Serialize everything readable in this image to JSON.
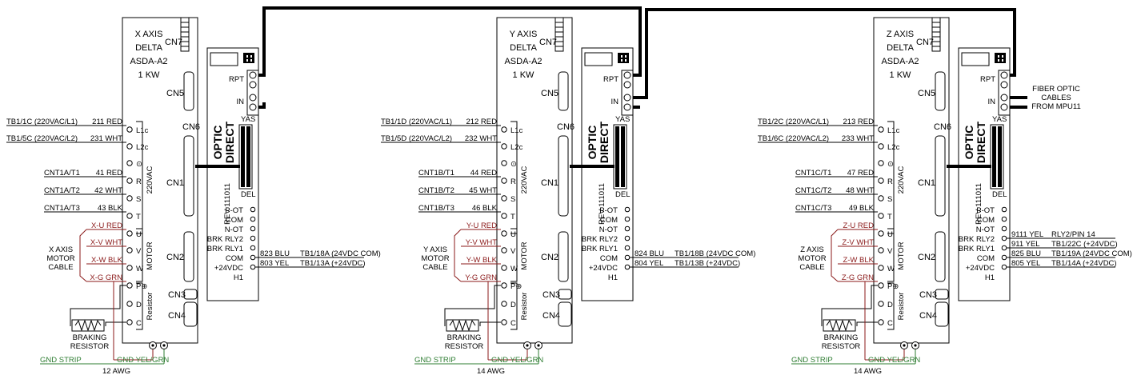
{
  "cable_label": "FIBER OPTIC\nCABLES\nFROM MPU11",
  "module": {
    "ports": [
      "RPT",
      "IN"
    ],
    "brand": "OPTIC\nDIRECT",
    "yas": "YAS",
    "del": "DEL",
    "rev": "REV 111011",
    "h1_pins": [
      "P-OT",
      "COM",
      "N-OT",
      "BRK RLY2",
      "BRK RLY1",
      "COM",
      "+24VDC",
      "H1"
    ]
  },
  "drive_pins": {
    "l_group": [
      "L1c",
      "L2c",
      "⊙"
    ],
    "power_group": [
      "R",
      "S",
      "T"
    ],
    "motor_group": [
      "U",
      "V",
      "W"
    ],
    "res_group": [
      "P⊕",
      "D",
      "C"
    ],
    "labels": {
      "vac": "220VAC",
      "motor": "MOTOR",
      "resistor": "Resistor"
    },
    "connectors": [
      "CN7",
      "CN5",
      "CN6",
      "CN1",
      "CN2",
      "CN3",
      "CN4"
    ]
  },
  "common": {
    "braking": "BRAKING\nRESISTOR",
    "gnd_strip": "GND STRIP",
    "gnd_yelgrn": "GND YEL/GRN"
  },
  "axes": [
    {
      "title": "X AXIS\nDELTA\nASDA-A2\n1 KW",
      "l_lines": [
        "TB1/1C (220VAC/L1)",
        "TB1/5C (220VAC/L2)"
      ],
      "l_tags": [
        "211 RED",
        "231 WHT"
      ],
      "power_lines": [
        "CNT1A/T1",
        "CNT1A/T2",
        "CNT1A/T3"
      ],
      "power_tags": [
        "41 RED",
        "42 WHT",
        "43 BLK"
      ],
      "motor_tags": [
        "X-U RED",
        "X-V WHT",
        "X-W BLK",
        "X-G GRN"
      ],
      "motor_cable": "X AXIS\nMOTOR\nCABLE",
      "awg": "12 AWG",
      "h1_tags": [
        "823 BLU",
        "803 YEL"
      ],
      "h1_dest": [
        "TB1/18A (24VDC COM)",
        "TB1/13A (+24VDC)"
      ]
    },
    {
      "title": "Y AXIS\nDELTA\nASDA-A2\n1 KW",
      "l_lines": [
        "TB1/1D (220VAC/L1)",
        "TB1/5D (220VAC/L2)"
      ],
      "l_tags": [
        "212 RED",
        "232 WHT"
      ],
      "power_lines": [
        "CNT1B/T1",
        "CNT1B/T2",
        "CNT1B/T3"
      ],
      "power_tags": [
        "44 RED",
        "45 WHT",
        "46 BLK"
      ],
      "motor_tags": [
        "Y-U RED",
        "Y-V WHT",
        "Y-W BLK",
        "Y-G GRN"
      ],
      "motor_cable": "Y AXIS\nMOTOR\nCABLE",
      "awg": "14 AWG",
      "h1_tags": [
        "824 BLU",
        "804 YEL"
      ],
      "h1_dest": [
        "TB1/18B (24VDC COM)",
        "TB1/13B (+24VDC)"
      ]
    },
    {
      "title": "Z AXIS\nDELTA\nASDA-A2\n1 KW",
      "l_lines": [
        "TB1/2C (220VAC/L1)",
        "TB1/6C (220VAC/L2)"
      ],
      "l_tags": [
        "213 RED",
        "233 WHT"
      ],
      "power_lines": [
        "CNT1C/T1",
        "CNT1C/T2",
        "CNT1C/T3"
      ],
      "power_tags": [
        "47 RED",
        "48 WHT",
        "49 BLK"
      ],
      "motor_tags": [
        "Z-U RED",
        "Z-V WHT",
        "Z-W BLK",
        "Z-G GRN"
      ],
      "motor_cable": "Z AXIS\nMOTOR\nCABLE",
      "awg": "14 AWG",
      "h1_tags": [
        "9111 YEL",
        "911 YEL",
        "825 BLU",
        "805 YEL"
      ],
      "h1_dest": [
        "RLY2/PIN 14",
        "TB1/22C (+24VDC)",
        "TB1/19A (24VDC COM)",
        "TB1/14A (+24VDC)"
      ]
    }
  ]
}
